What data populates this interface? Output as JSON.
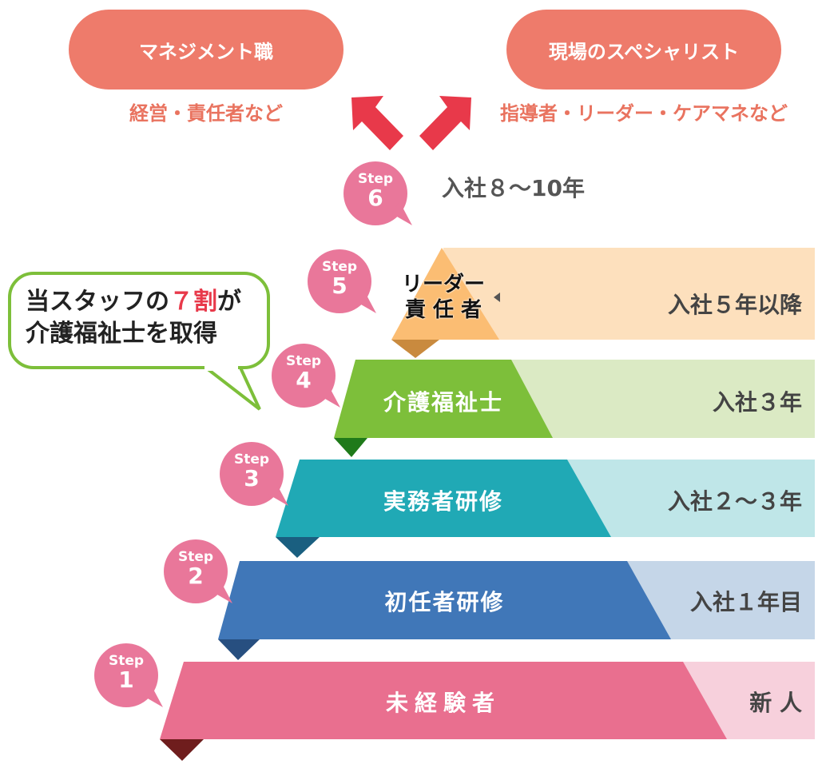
{
  "top": {
    "left_title": "マネジメント職",
    "left_sub": "経営・責任者など",
    "right_title": "現場のスペシャリスト",
    "right_sub": "指導者・リーダー・ケアマネなど"
  },
  "bubble": {
    "line1_a": "当スタッフの",
    "line1_b": "７割",
    "line1_c": "が",
    "line2": "介護福祉士を取得",
    "highlight_color": "#e8394a"
  },
  "steps": [
    {
      "step": "Step",
      "num": "6",
      "period": "入社８～10年"
    },
    {
      "step": "Step",
      "num": "5",
      "title_line1": "リーダー",
      "title_line2": "責 任 者",
      "period": "入社５年以降"
    },
    {
      "step": "Step",
      "num": "4",
      "title": "介護福祉士",
      "period": "入社３年"
    },
    {
      "step": "Step",
      "num": "3",
      "title": "実務者研修",
      "period": "入社２～３年"
    },
    {
      "step": "Step",
      "num": "2",
      "title": "初任者研修",
      "period": "入社１年目"
    },
    {
      "step": "Step",
      "num": "1",
      "title": "未経験者",
      "period": "新 人"
    }
  ],
  "colors": {
    "pill": "#ee7b6b",
    "arrow": "#e8394a",
    "badge": "#e9779a"
  }
}
